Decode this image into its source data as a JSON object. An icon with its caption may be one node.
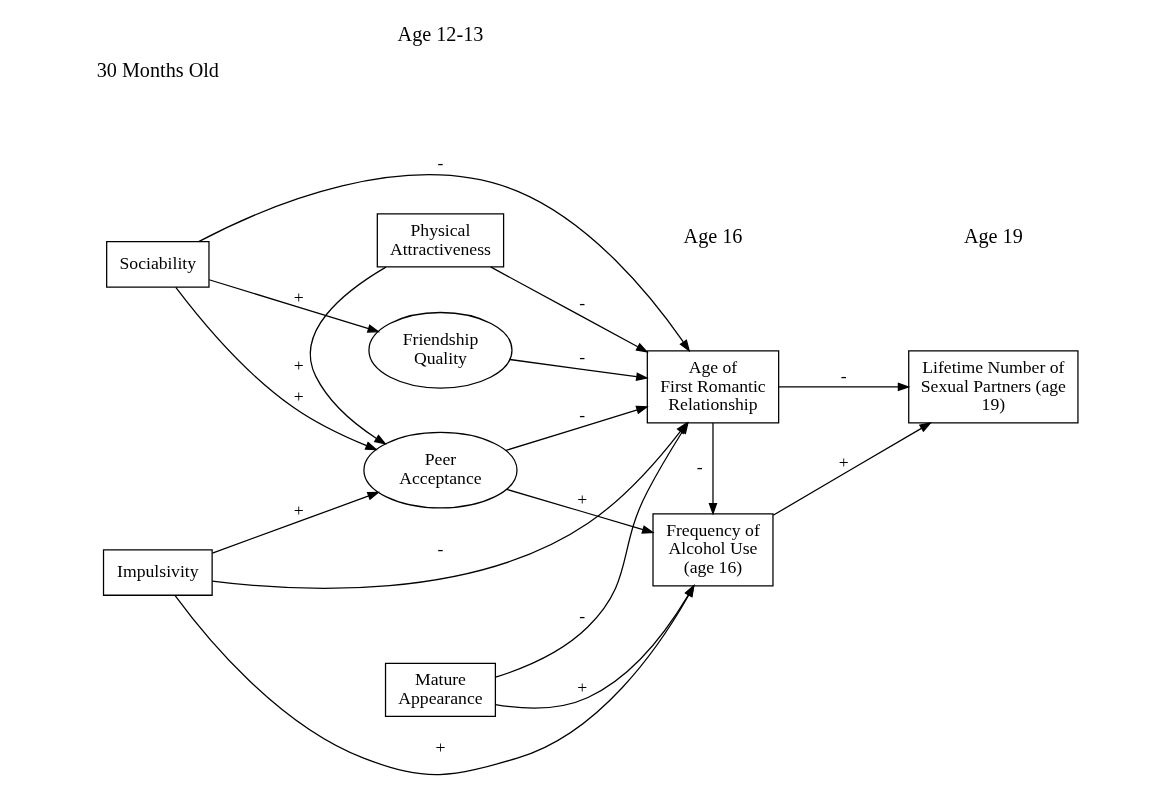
{
  "diagram": {
    "nodes": [
      {
        "text": [
          "Mature Appearance"
        ]
      },
      {
        "text": [
          "Friendship Quality"
        ]
      },
      {
        "text": [
          "Sociability"
        ]
      },
      {
        "text": [
          "Age of First Romantic Relationship"
        ]
      },
      {
        "text": [
          "Lifetime Number of Sexual Partners (age 19)"
        ]
      },
      {
        "text": [
          "Impulsivity"
        ]
      },
      {
        "text": [
          "Frequency of Alcohol Use (age 16)"
        ]
      },
      {
        "text": [
          "Peer Acceptance"
        ]
      },
      {
        "text": [
          "Physical Attractiveness"
        ]
      }
    ],
    "edges": [
      {
        "from": 2,
        "to": 1,
        "arrow": "to",
        "label": "+"
      },
      {
        "from": 2,
        "to": 3,
        "arrow": "to",
        "label": "-"
      },
      {
        "from": 2,
        "to": 7,
        "arrow": "to",
        "label": "+"
      },
      {
        "from": 1,
        "to": 3,
        "arrow": "to",
        "label": "-"
      },
      {
        "from": 0,
        "to": 3,
        "arrow": "to",
        "label": "-"
      },
      {
        "from": 0,
        "to": 6,
        "arrow": "to",
        "label": "+"
      },
      {
        "from": 5,
        "to": 3,
        "arrow": "to",
        "label": "-"
      },
      {
        "from": 5,
        "to": 6,
        "arrow": "to",
        "label": "+"
      },
      {
        "from": 5,
        "to": 7,
        "arrow": "to",
        "label": "+"
      },
      {
        "from": 7,
        "to": 3,
        "arrow": "to",
        "label": "-"
      },
      {
        "from": 7,
        "to": 6,
        "arrow": "to",
        "label": "+"
      },
      {
        "from": 8,
        "to": 7,
        "arrow": "to",
        "label": "+"
      },
      {
        "from": 8,
        "to": 3,
        "arrow": "to",
        "label": "-"
      },
      {
        "from": 3,
        "to": 4,
        "arrow": "to",
        "label": "-"
      },
      {
        "from": 3,
        "to": 6,
        "arrow": "to",
        "label": "-"
      },
      {
        "from": 6,
        "to": 4,
        "arrow": "to",
        "label": "+"
      }
    ],
    "labels": [
      "30 Months Old",
      "Age 12-13",
      "Age 16",
      "Age 19"
    ]
  }
}
